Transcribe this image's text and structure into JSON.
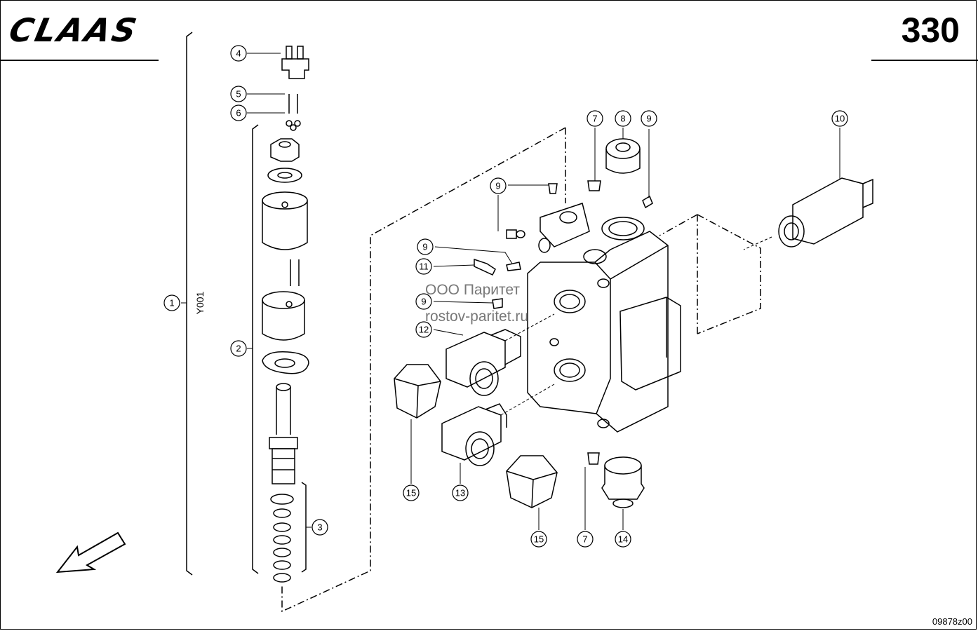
{
  "header": {
    "logo": "CLAAS",
    "sheet_number": "330"
  },
  "footer": {
    "drawing_code": "09878z00"
  },
  "assembly_label": "Y001",
  "watermark": {
    "line1": "ООО Паритет",
    "line2": "rostov-paritet.ru"
  },
  "callouts": [
    "1",
    "2",
    "3",
    "4",
    "5",
    "6",
    "7",
    "8",
    "9",
    "9",
    "9",
    "9",
    "10",
    "11",
    "12",
    "13",
    "14",
    "15",
    "15",
    "7"
  ],
  "colors": {
    "line": "#000000",
    "watermark": "#777777"
  }
}
